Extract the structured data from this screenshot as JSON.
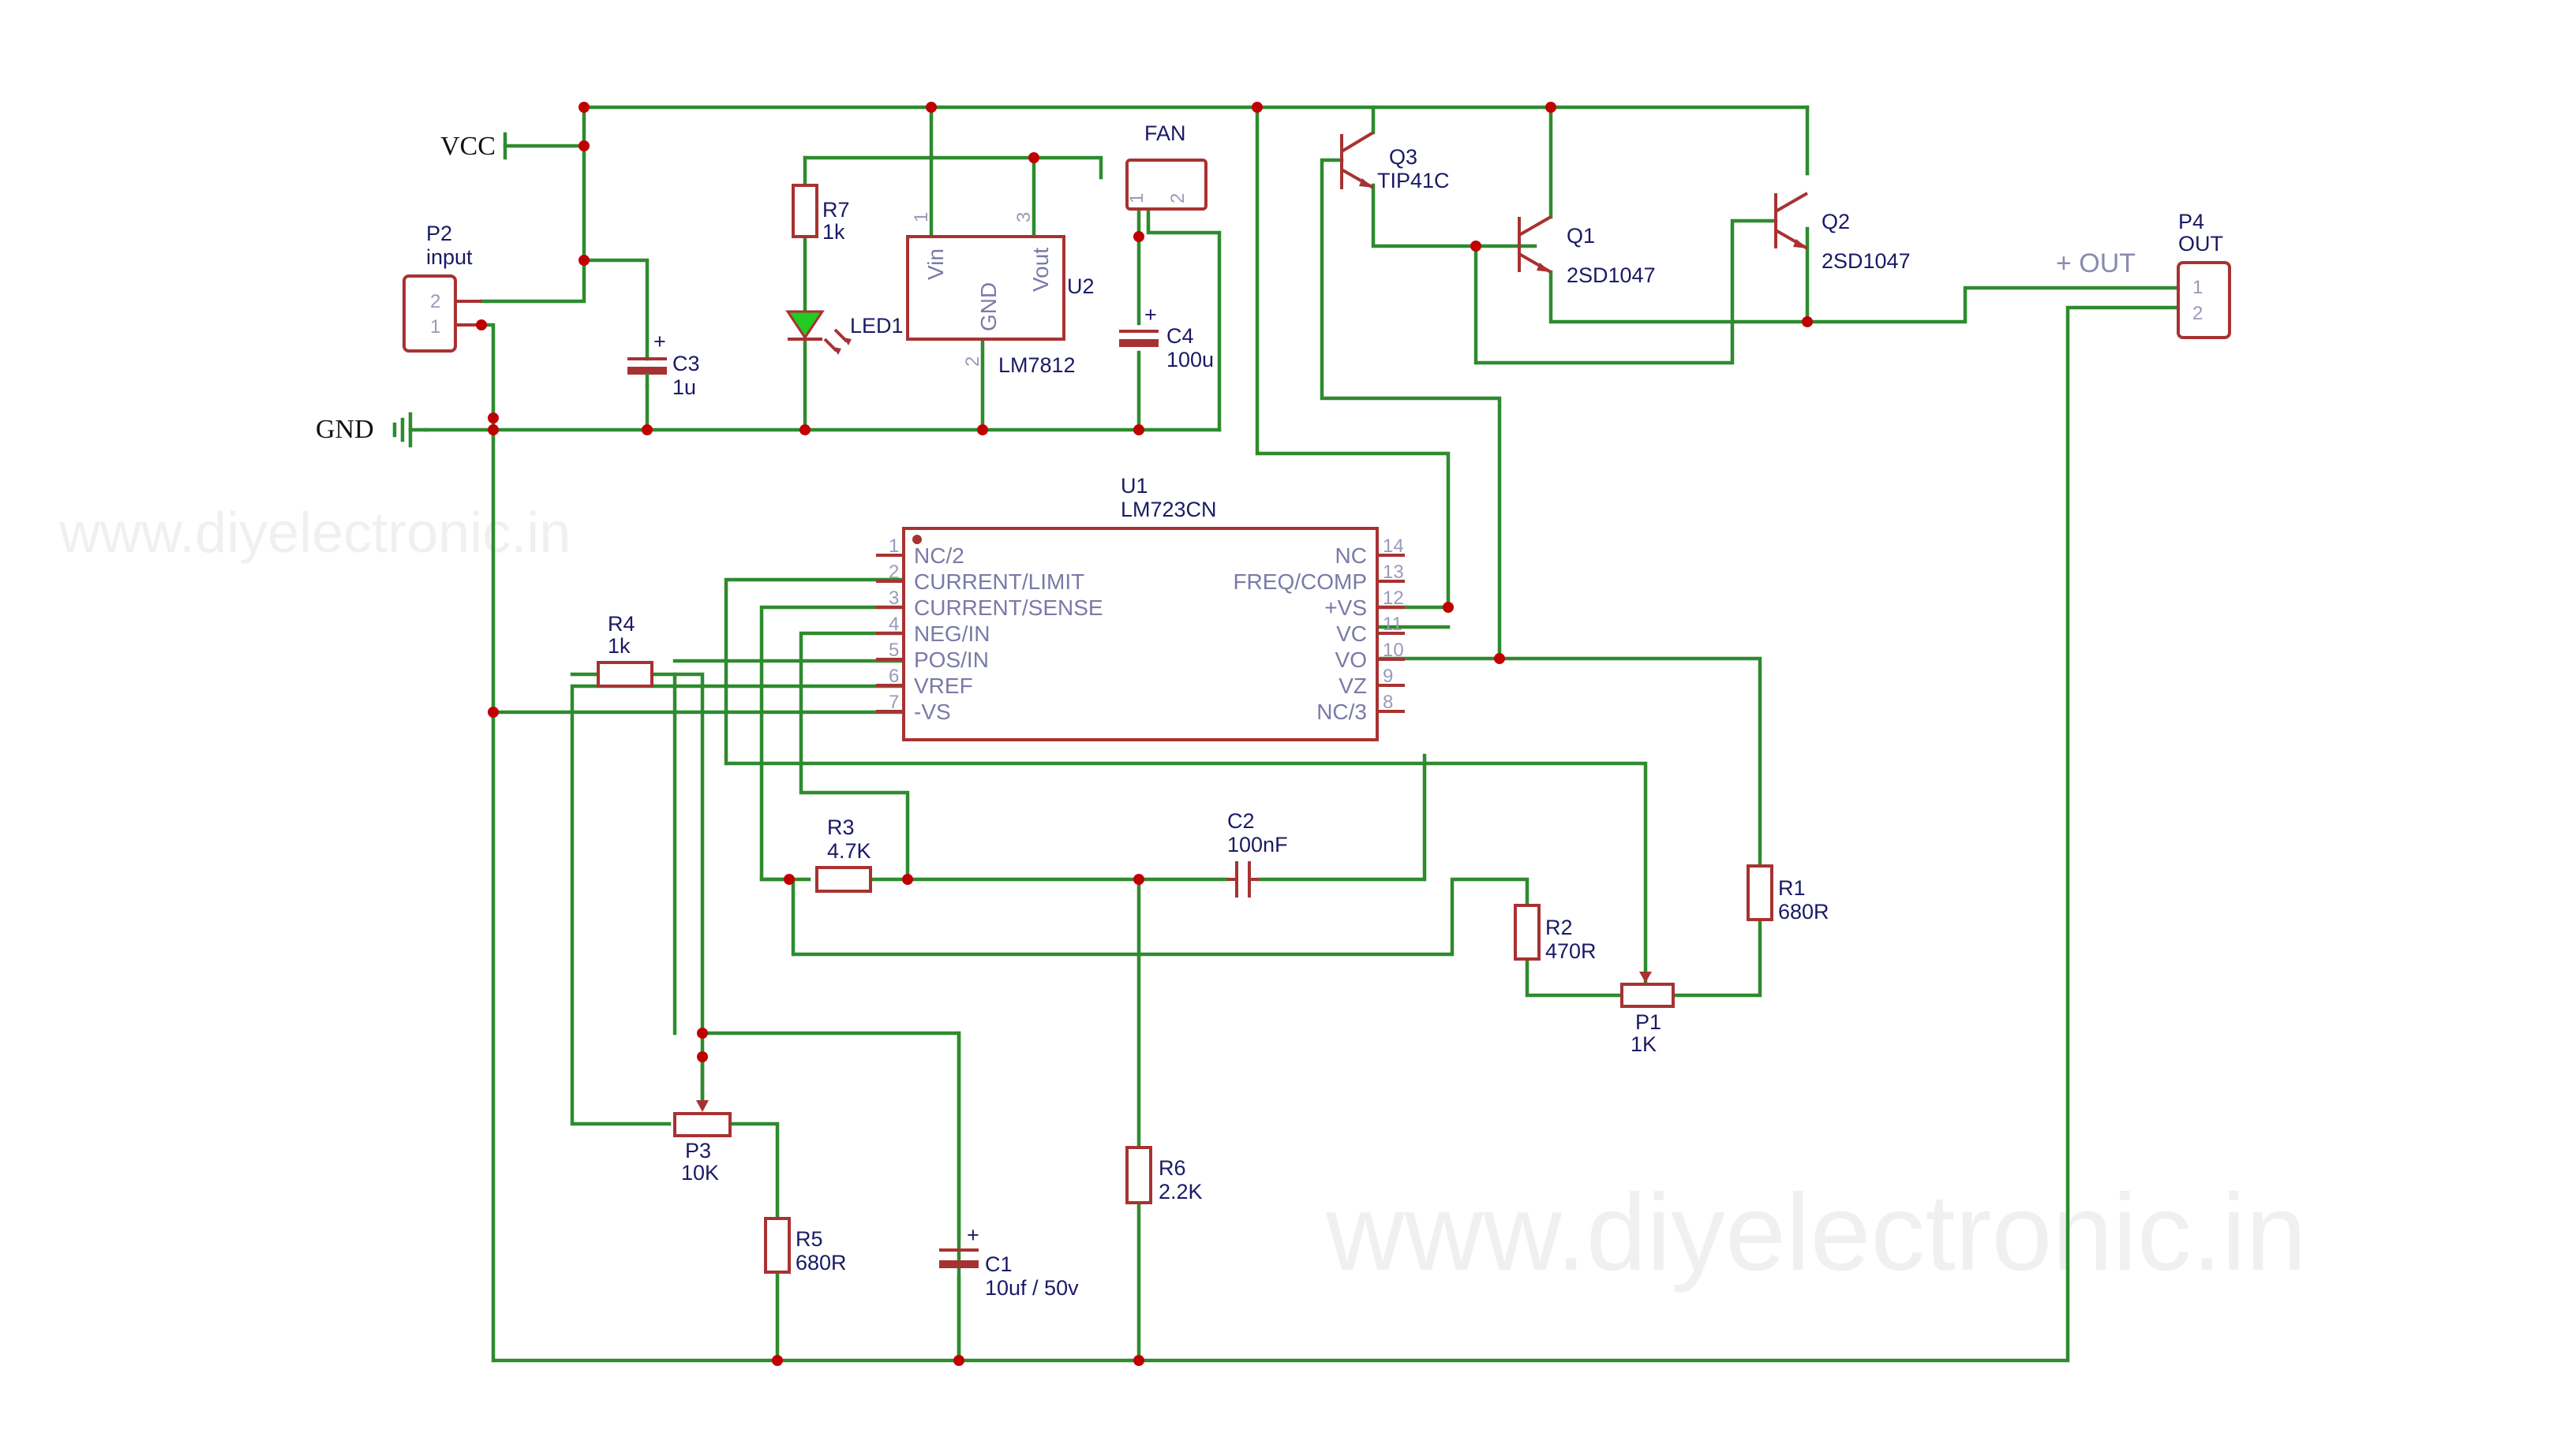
{
  "watermark": {
    "small": "www.diyelectronic.in",
    "large": "www.diyelectronic.in"
  },
  "power": {
    "vcc": "VCC",
    "gnd": "GND"
  },
  "net_labels": {
    "out": "+ OUT"
  },
  "fan": {
    "label": "FAN",
    "pin1": "1",
    "pin2": "2"
  },
  "connectors": {
    "p2": {
      "ref": "P2",
      "value": "input",
      "pin_top": "2",
      "pin_bottom": "1"
    },
    "p4": {
      "ref": "P4",
      "value": "OUT",
      "pin_top": "1",
      "pin_bottom": "2"
    }
  },
  "regulator": {
    "ref": "U2",
    "value": "LM7812",
    "vin": "Vin",
    "vout": "Vout",
    "gnd": "GND",
    "pin_vin": "1",
    "pin_vout": "3",
    "pin_gnd": "2"
  },
  "led": {
    "ref": "LED1"
  },
  "ic": {
    "ref": "U1",
    "value": "LM723CN",
    "left_pins": [
      {
        "num": "1",
        "name": "NC/2"
      },
      {
        "num": "2",
        "name": "CURRENT/LIMIT"
      },
      {
        "num": "3",
        "name": "CURRENT/SENSE"
      },
      {
        "num": "4",
        "name": "NEG/IN"
      },
      {
        "num": "5",
        "name": "POS/IN"
      },
      {
        "num": "6",
        "name": "VREF"
      },
      {
        "num": "7",
        "name": "-VS"
      }
    ],
    "right_pins": [
      {
        "num": "14",
        "name": "NC"
      },
      {
        "num": "13",
        "name": "FREQ/COMP"
      },
      {
        "num": "12",
        "name": "+VS"
      },
      {
        "num": "11",
        "name": "VC"
      },
      {
        "num": "10",
        "name": "VO"
      },
      {
        "num": "9",
        "name": "VZ"
      },
      {
        "num": "8",
        "name": "NC/3"
      }
    ]
  },
  "transistors": {
    "q3": {
      "ref": "Q3",
      "value": "TIP41C"
    },
    "q1": {
      "ref": "Q1",
      "value": "2SD1047"
    },
    "q2": {
      "ref": "Q2",
      "value": "2SD1047"
    }
  },
  "resistors": {
    "r7": {
      "ref": "R7",
      "value": "1k"
    },
    "r4": {
      "ref": "R4",
      "value": "1k"
    },
    "r3": {
      "ref": "R3",
      "value": "4.7K"
    },
    "r2": {
      "ref": "R2",
      "value": "470R"
    },
    "r1": {
      "ref": "R1",
      "value": "680R"
    },
    "r5": {
      "ref": "R5",
      "value": "680R"
    },
    "r6": {
      "ref": "R6",
      "value": "2.2K"
    }
  },
  "capacitors": {
    "c3": {
      "ref": "C3",
      "value": "1u",
      "polarity": "+"
    },
    "c4": {
      "ref": "C4",
      "value": "100u",
      "polarity": "+"
    },
    "c2": {
      "ref": "C2",
      "value": "100nF"
    },
    "c1": {
      "ref": "C1",
      "value": "10uf / 50v",
      "polarity": "+"
    }
  },
  "pots": {
    "p1": {
      "ref": "P1",
      "value": "1K"
    },
    "p3": {
      "ref": "P3",
      "value": "10K"
    }
  },
  "colors": {
    "wire": "#2e8b2e",
    "part": "#a83232",
    "junction": "#c00000",
    "label": "#1a1a66",
    "led": "#22cc22"
  }
}
